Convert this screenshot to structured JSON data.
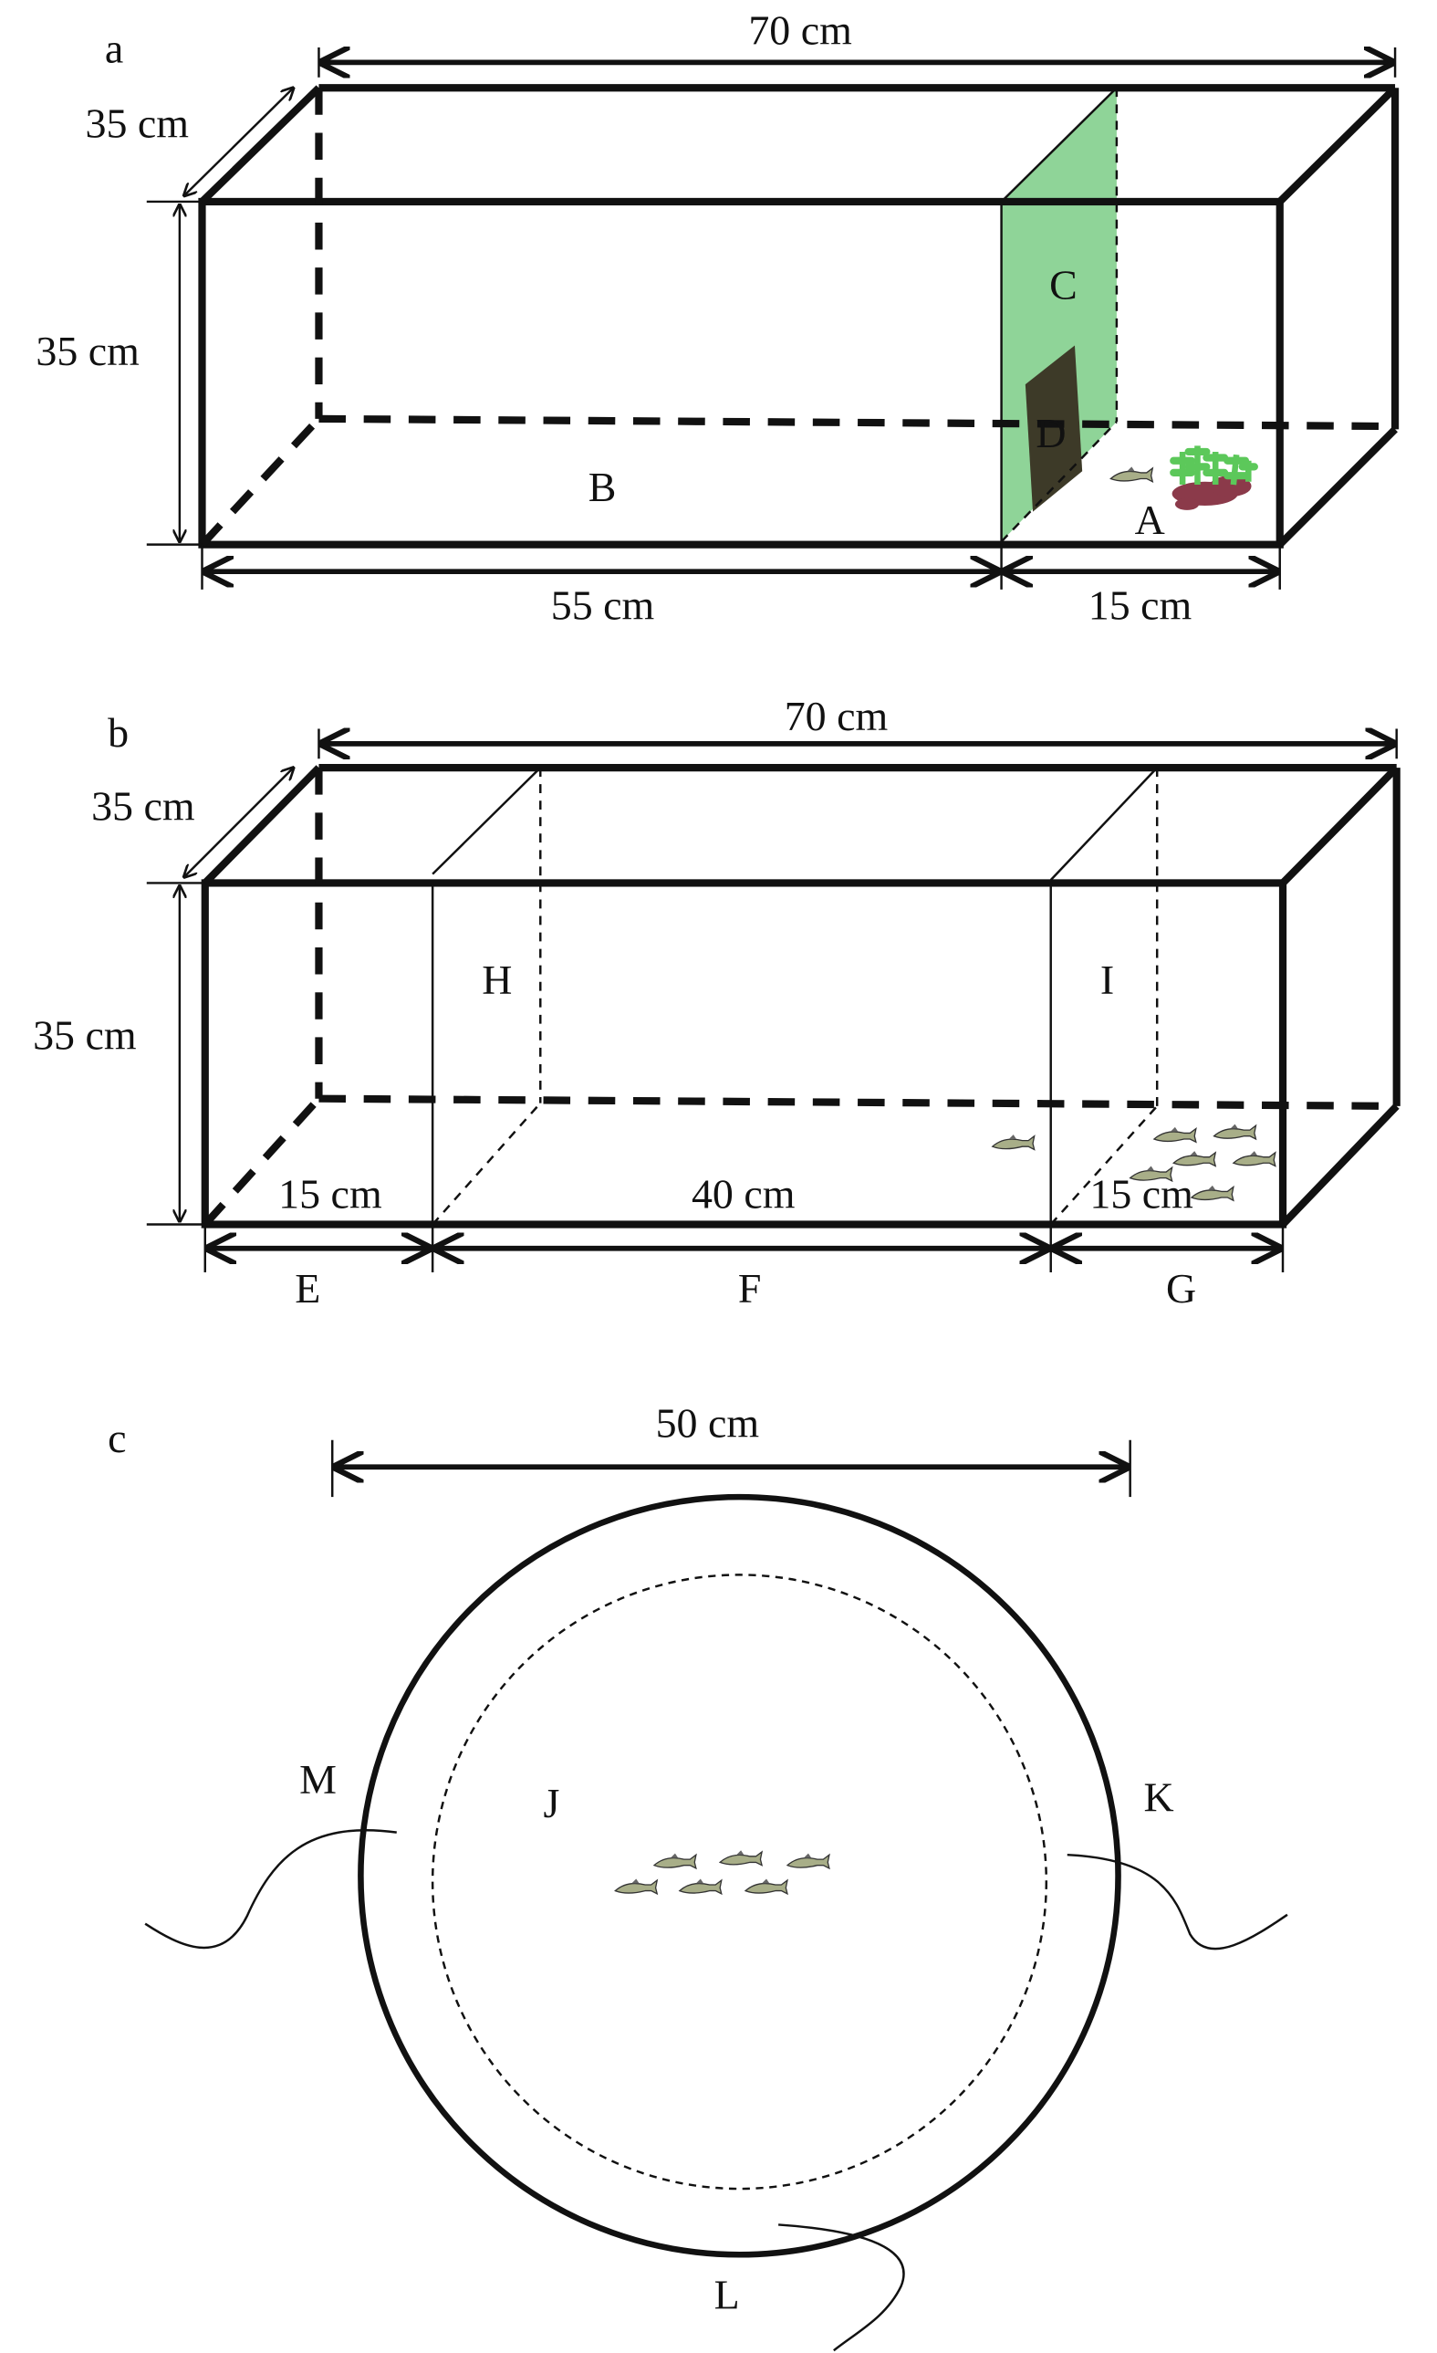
{
  "panel_a": {
    "label": "a",
    "length": "70 cm",
    "depth": "35 cm",
    "height": "35 cm",
    "left_section": "55 cm",
    "right_section": "15 cm",
    "regions": {
      "A": "A",
      "B": "B",
      "C": "C",
      "D": "D"
    },
    "colors": {
      "partition": "#8fd498",
      "door": "#3d3a28",
      "rock": "#8b3a4a",
      "plant": "#5cc85a"
    }
  },
  "panel_b": {
    "label": "b",
    "length": "70 cm",
    "depth": "35 cm",
    "height": "35 cm",
    "sections": [
      "15 cm",
      "40 cm",
      "15 cm"
    ],
    "regions": {
      "E": "E",
      "F": "F",
      "G": "G",
      "H": "H",
      "I": "I"
    }
  },
  "panel_c": {
    "label": "c",
    "diameter": "50 cm",
    "regions": {
      "J": "J",
      "K": "K",
      "L": "L",
      "M": "M"
    }
  }
}
